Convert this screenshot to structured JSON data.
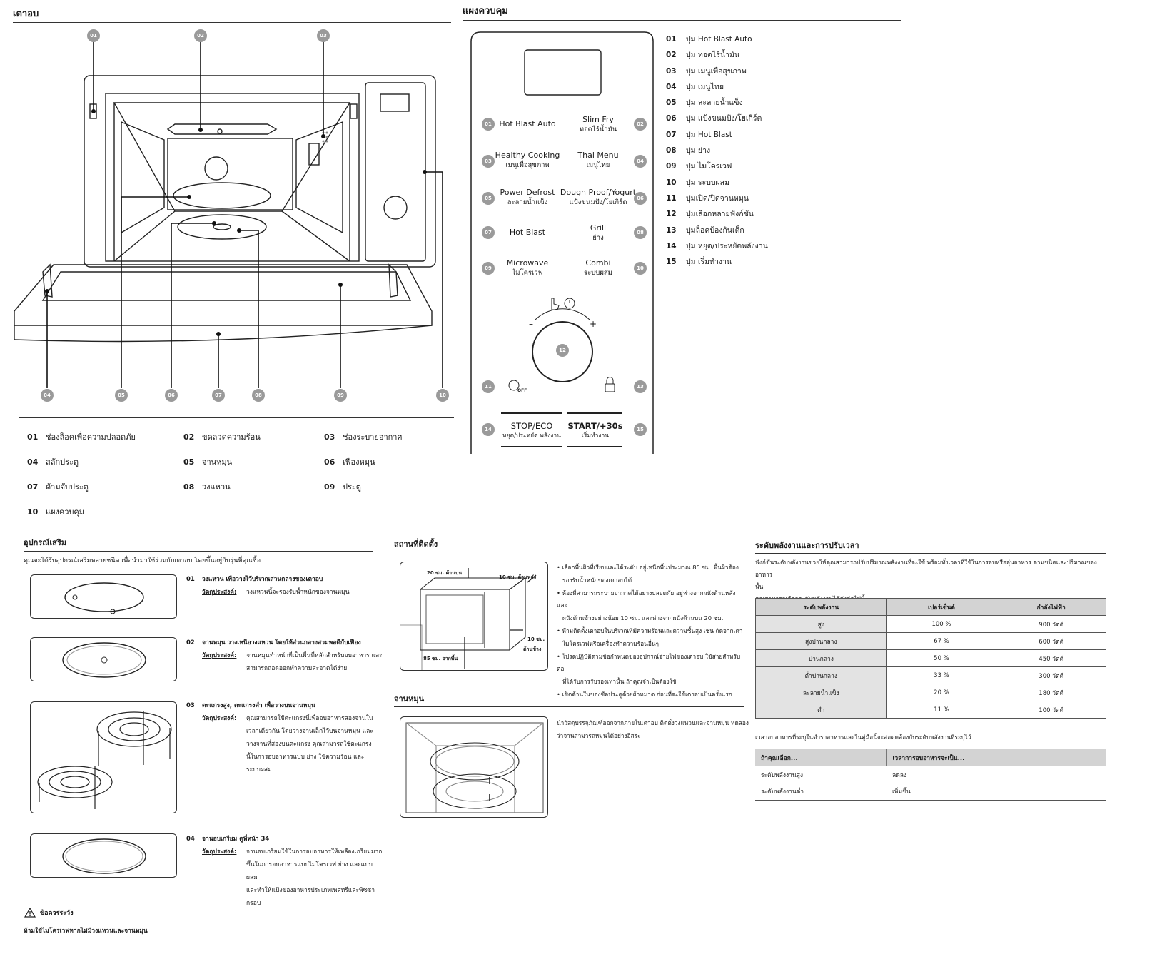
{
  "oven": {
    "title": "เตาอบ",
    "legend": [
      {
        "num": "01",
        "label": "ช่องล็อคเพื่อความปลอดภัย"
      },
      {
        "num": "02",
        "label": "ขดลวดความร้อน"
      },
      {
        "num": "03",
        "label": "ช่องระบายอากาศ"
      },
      {
        "num": "04",
        "label": "สลักประตู"
      },
      {
        "num": "05",
        "label": "จานหมุน"
      },
      {
        "num": "06",
        "label": "เฟืองหมุน"
      },
      {
        "num": "07",
        "label": "ด้ามจับประตู"
      },
      {
        "num": "08",
        "label": "วงแหวน"
      },
      {
        "num": "09",
        "label": "ประตู"
      },
      {
        "num": "10",
        "label": "แผงควบคุม"
      }
    ],
    "callouts": [
      "01",
      "02",
      "03",
      "04",
      "05",
      "06",
      "07",
      "08",
      "09",
      "10"
    ]
  },
  "panel": {
    "title": "แผงควบคุม",
    "buttons": [
      {
        "num": "01",
        "en": "Hot Blast Auto",
        "th": ""
      },
      {
        "num": "02",
        "en": "Slim Fry",
        "th": "ทอดไร้น้ำมัน"
      },
      {
        "num": "03",
        "en": "Healthy Cooking",
        "th": "เมนูเพื่อสุขภาพ"
      },
      {
        "num": "04",
        "en": "Thai Menu",
        "th": "เมนูไทย"
      },
      {
        "num": "05",
        "en": "Power Defrost",
        "th": "ละลายน้ำแข็ง"
      },
      {
        "num": "06",
        "en": "Dough Proof/Yogurt",
        "th": "แป้งขนมปัง/โยเกิร์ต"
      },
      {
        "num": "07",
        "en": "Hot Blast",
        "th": ""
      },
      {
        "num": "08",
        "en": "Grill",
        "th": "ย่าง"
      },
      {
        "num": "09",
        "en": "Microwave",
        "th": "ไมโครเวฟ"
      },
      {
        "num": "10",
        "en": "Combi",
        "th": "ระบบผสม"
      }
    ],
    "dial_num": "12",
    "dial_minus": "–",
    "dial_plus": "+",
    "off_label": "OFF",
    "num11": "11",
    "num13": "13",
    "num14": "14",
    "num15": "15",
    "stop_en": "STOP/ECO",
    "stop_th": "หยุด/ประหยัด พลังงาน",
    "start_en": "START/+30s",
    "start_th": "เริ่มทำงาน",
    "list": [
      {
        "num": "01",
        "label": "ปุ่ม Hot Blast Auto"
      },
      {
        "num": "02",
        "label": "ปุ่ม ทอดไร้น้ำมัน"
      },
      {
        "num": "03",
        "label": "ปุ่ม เมนูเพื่อสุขภาพ"
      },
      {
        "num": "04",
        "label": "ปุ่ม เมนูไทย"
      },
      {
        "num": "05",
        "label": "ปุ่ม ละลายน้ำแข็ง"
      },
      {
        "num": "06",
        "label": "ปุ่ม แป้งขนมปัง/โยเกิร์ต"
      },
      {
        "num": "07",
        "label": "ปุ่ม Hot Blast"
      },
      {
        "num": "08",
        "label": "ปุ่ม ย่าง"
      },
      {
        "num": "09",
        "label": "ปุ่ม ไมโครเวฟ"
      },
      {
        "num": "10",
        "label": "ปุ่ม ระบบผสม"
      },
      {
        "num": "11",
        "label": "ปุ่มเปิด/ปิดจานหมุน"
      },
      {
        "num": "12",
        "label": "ปุ่มเลือกหลายฟังก์ชัน"
      },
      {
        "num": "13",
        "label": "ปุ่มล็อคป้องกันเด็ก"
      },
      {
        "num": "14",
        "label": "ปุ่ม หยุด/ประหยัดพลังงาน"
      },
      {
        "num": "15",
        "label": "ปุ่ม เริ่มทำงาน"
      }
    ]
  },
  "accessories": {
    "title": "อุปกรณ์เสริม",
    "intro": "คุณจะได้รับอุปกรณ์เสริมหลายชนิด เพื่อนำมาใช้ร่วมกับเตาอบ โดยขึ้นอยู่กับรุ่นที่คุณซื้อ",
    "purpose_label": "วัตถุประสงค์:",
    "items": [
      {
        "num": "01",
        "name": "วงแหวน เพื่อวางไว้บริเวณส่วนกลางของเตาอบ",
        "purpose": [
          "วงแหวนนี้จะรองรับน้ำหนักของจานหมุน"
        ]
      },
      {
        "num": "02",
        "name": "จานหมุน วางเหนือวงแหวน โดยให้ส่วนกลางสวมพอดีกับเฟือง",
        "purpose": [
          "จานหมุนทำหน้าที่เป็นพื้นที่หลักสำหรับอบอาหาร และ",
          "สามารถถอดออกทำความสะอาดได้ง่าย"
        ]
      },
      {
        "num": "03",
        "name": "ตะแกรงสูง, ตะแกรงต่ำ เพื่อวางบนจานหมุน",
        "purpose": [
          "คุณสามารถใช้ตะแกรงนี้เพื่ออบอาหารสองจานใน",
          "เวลาเดียวกัน โดยวางจานเล็กไว้บนจานหมุน และ",
          "วางจานที่สองบนตะแกรง คุณสามารถใช้ตะแกรง",
          "นี้ในการอบอาหารแบบ ย่าง ใช้ความร้อน และ",
          "ระบบผสม"
        ]
      },
      {
        "num": "04",
        "name": "จานอบเกรียม ดูที่หน้า 34",
        "purpose": [
          "จานอบเกรียมใช้ในการอบอาหารให้เหลืองเกรียมมาก",
          "ขึ้นในการอบอาหารแบบไมโครเวฟ ย่าง และแบบผสม",
          "และทำให้แป้งของอาหารประเภทเพสทรีและพิซซา",
          "กรอบ"
        ]
      }
    ],
    "caution_title": "ข้อควรระวัง",
    "caution_text": "ห้ามใช้ไมโครเวฟหากไม่มีวงแหวนและจานหมุน"
  },
  "install": {
    "title": "สถานที่ติดตั้ง",
    "labels": {
      "top": "20 ซม. ด้านบน",
      "back": "10 ซม. ด้านหลัง",
      "side1": "10 ซม.",
      "side2": "ด้านข้าง",
      "floor": "85 ซม. จากพื้น"
    },
    "bullets": [
      "เลือกพื้นผิวที่เรียบและได้ระดับ อยู่เหนือพื้นประมาณ 85 ซม. พื้นผิวต้อง",
      "รองรับน้ำหนักของเตาอบได้",
      "ห้องที่สามารถระบายอากาศได้อย่างปลอดภัย อยู่ห่างจากผนังด้านหลังและ",
      "ผนังด้านข้างอย่างน้อย 10 ซม. และห่างจากผนังด้านบน 20 ซม.",
      "ห้ามติดตั้งเตาอบในบริเวณที่มีความร้อนและความชื้นสูง เช่น ถัดจากเตา",
      "ไมโครเวฟหรือเครื่องทำความร้อนอื่นๆ",
      "โปรดปฏิบัติตามข้อกำหนดของอุปกรณ์จ่ายไฟของเตาอบ ใช้สายสำหรับต่อ",
      "ที่ได้รับการรับรองเท่านั้น ถ้าคุณจำเป็นต้องใช้",
      "เช็ดด้านในของซีลประตูด้วยผ้าหมาด ก่อนที่จะใช้เตาอบเป็นครั้งแรก"
    ]
  },
  "turntable": {
    "title": "จานหมุน",
    "text": [
      "นำวัสดุบรรจุภัณฑ์ออกจากภายในเตาอบ ติดตั้งวงแหวนและจานหมุน ทดลอง",
      "ว่าจานสามารถหมุนได้อย่างอิสระ"
    ]
  },
  "power": {
    "title": "ระดับพลังงานและการปรับเวลา",
    "intro1": "ฟังก์ชั่นระดับพลังงานช่วยให้คุณสามารถปรับปริมาณพลังงานที่จะใช้ พร้อมทั้งเวลาที่ใช้ในการอบหรืออุ่นอาหาร ตามชนิดและปริมาณของอาหาร",
    "intro2": "นั้น",
    "intro3": "คุณสามารถเลือกระดับพลังงานได้ดังต่อไปนี้",
    "headers": [
      "ระดับพลังงาน",
      "เปอร์เซ็นต์",
      "กำลังไฟฟ้า"
    ],
    "rows": [
      [
        "สูง",
        "100 %",
        "900 วัตต์"
      ],
      [
        "สูงปานกลาง",
        "67 %",
        "600 วัตต์"
      ],
      [
        "ปานกลาง",
        "50 %",
        "450 วัตต์"
      ],
      [
        "ต่ำปานกลาง",
        "33 %",
        "300 วัตต์"
      ],
      [
        "ละลายน้ำแข็ง",
        "20 %",
        "180 วัตต์"
      ],
      [
        "ต่ำ",
        "11 %",
        "100 วัตต์"
      ]
    ],
    "time_intro": "เวลาอบอาหารที่ระบุในตำราอาหารและในคู่มือนี้จะสอดคล้องกับระดับพลังงานที่ระบุไว้",
    "time_headers": [
      "ถ้าคุณเลือก...",
      "เวลาการอบอาหารจะเป็น..."
    ],
    "time_rows": [
      [
        "ระดับพลังงานสูง",
        "ลดลง"
      ],
      [
        "ระดับพลังงานต่ำ",
        "เพิ่มขึ้น"
      ]
    ]
  }
}
